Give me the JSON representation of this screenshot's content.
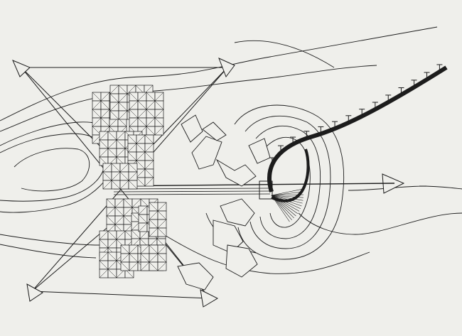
{
  "drawing": {
    "kind": "architectural-site-plan-sketch",
    "ink_color": "#1c1c1c",
    "paper_color": "#efefeb",
    "printed_text": [],
    "elements": [
      "terrain-contour-lines",
      "gridded-megastructure-block",
      "radiating-axis-arrows",
      "central-spine-axis",
      "curved-causeway-with-pylons",
      "stepped-building-fragments"
    ]
  }
}
